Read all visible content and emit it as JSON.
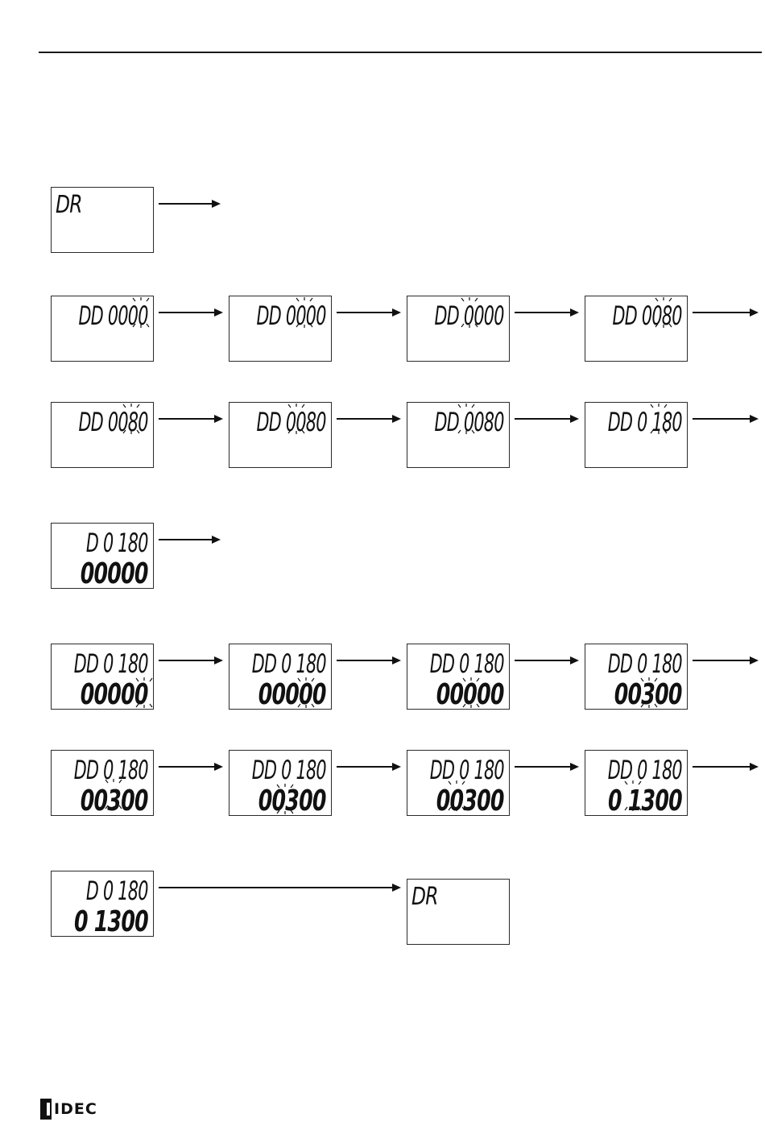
{
  "logo_text": "IDEC",
  "screens": [
    {
      "mode": "DR"
    },
    {
      "line1": "DD 0000",
      "blink_digit": 7,
      "blink_line": 1
    },
    {
      "line1": "DD 0000",
      "blink_digit": 6,
      "blink_line": 1
    },
    {
      "line1": "DD 0000",
      "blink_digit": 5,
      "blink_line": 1
    },
    {
      "line1": "DD 0080",
      "blink_digit": 6,
      "blink_line": 1
    },
    {
      "line1": "DD 0080",
      "blink_digit": 5,
      "blink_line": 1
    },
    {
      "line1": "DD 0080",
      "blink_digit": 4,
      "blink_line": 1
    },
    {
      "line1": "DD 0080",
      "blink_digit": 3,
      "blink_line": 1
    },
    {
      "line1": "DD 0 180",
      "blink_digit": 3,
      "blink_line": 1
    },
    {
      "line1": "D 0 180",
      "line2": "00000"
    },
    {
      "line1": "DD 0 180",
      "line2": "00000",
      "blink_digit": 5,
      "blink_line": 2
    },
    {
      "line1": "DD 0 180",
      "line2": "00000",
      "blink_digit": 4,
      "blink_line": 2
    },
    {
      "line1": "DD 0 180",
      "line2": "00000",
      "blink_digit": 3,
      "blink_line": 2
    },
    {
      "line1": "DD 0 180",
      "line2": "00300",
      "blink_digit": 3,
      "blink_line": 2
    },
    {
      "line1": "DD 0 180",
      "line2": "00300",
      "blink_digit": 2,
      "blink_line": 2
    },
    {
      "line1": "DD 0 180",
      "line2": "00300",
      "blink_digit": 1,
      "blink_line": 2
    },
    {
      "line1": "DD 0 180",
      "line2": "00300",
      "blink_digit": 1,
      "blink_line": 2
    },
    {
      "line1": "DD 0 180",
      "line2": "0 1300",
      "blink_digit": 1,
      "blink_line": 2
    },
    {
      "line1": "D 0 180",
      "line2": "0 1300"
    },
    {
      "mode": "DR"
    }
  ]
}
